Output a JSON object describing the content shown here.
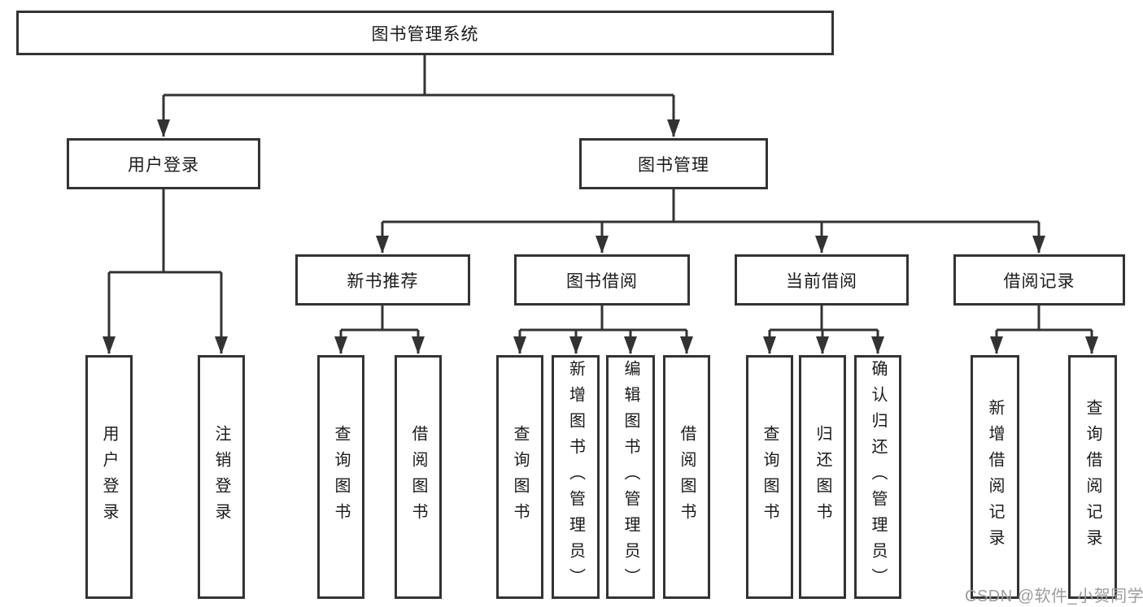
{
  "tree": {
    "label": "图书管理系统",
    "children": [
      {
        "label": "用户登录",
        "children": [
          {
            "label": "用户登录"
          },
          {
            "label": "注销登录"
          }
        ]
      },
      {
        "label": "图书管理",
        "children": [
          {
            "label": "新书推荐",
            "children": [
              {
                "label": "查询图书"
              },
              {
                "label": "借阅图书"
              }
            ]
          },
          {
            "label": "图书借阅",
            "children": [
              {
                "label": "查询图书"
              },
              {
                "label": "新增图书（管理员）"
              },
              {
                "label": "编辑图书（管理员）"
              },
              {
                "label": "借阅图书"
              }
            ]
          },
          {
            "label": "当前借阅",
            "children": [
              {
                "label": "查询图书"
              },
              {
                "label": "归还图书"
              },
              {
                "label": "确认归还（管理员）"
              }
            ]
          },
          {
            "label": "借阅记录",
            "children": [
              {
                "label": "新增借阅记录"
              },
              {
                "label": "查询借阅记录"
              }
            ]
          }
        ]
      }
    ]
  },
  "watermark": {
    "text": "CSDN @软件_小贺同学"
  },
  "colors": {
    "line": "#333333",
    "border": "#333333",
    "text": "#1a1a1a",
    "watermark": "#9c9c9c",
    "background": "#ffffff"
  }
}
